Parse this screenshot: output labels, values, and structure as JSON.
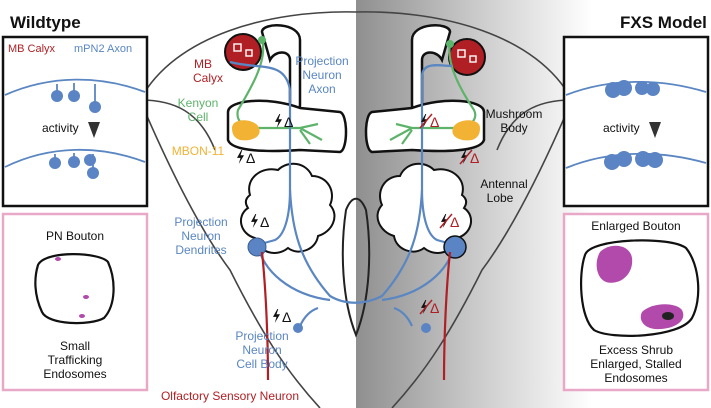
{
  "colors": {
    "blue": "#5a86c2",
    "blue_fill": "#5b84c4",
    "red": "#b01f24",
    "green": "#5eb36a",
    "yellow": "#f2b233",
    "magenta": "#b14aab",
    "pink_border": "#e8a8c8",
    "outline": "#111111"
  },
  "wildtype": {
    "title": "Wildtype",
    "mb_calyx": "MB Calyx",
    "mpn2_axon": "mPN2 Axon",
    "activity": "activity",
    "pn_bouton": "PN Bouton",
    "endosome_line1": "Small",
    "endosome_line2": "Trafficking",
    "endosome_line3": "Endosomes"
  },
  "fxs": {
    "title": "FXS Model",
    "activity": "activity",
    "enlarged_bouton": "Enlarged Bouton",
    "line1": "Excess Shrub",
    "line2": "Enlarged, Stalled",
    "line3": "Endosomes"
  },
  "brain": {
    "mb_calyx_line1": "MB",
    "mb_calyx_line2": "Calyx",
    "kenyon_line1": "Kenyon",
    "kenyon_line2": "Cell",
    "mbon": "MBON-11",
    "pn_axon_line1": "Projection",
    "pn_axon_line2": "Neuron",
    "pn_axon_line3": "Axon",
    "mushroom_line1": "Mushroom",
    "mushroom_line2": "Body",
    "antennal_line1": "Antennal",
    "antennal_line2": "Lobe",
    "pn_dendrites_line1": "Projection",
    "pn_dendrites_line2": "Neuron",
    "pn_dendrites_line3": "Dendrites",
    "pn_body_line1": "Projection",
    "pn_body_line2": "Neuron",
    "pn_body_line3": "Cell Body",
    "osn": "Olfactory Sensory Neuron",
    "delta_symbol": "Δ"
  }
}
